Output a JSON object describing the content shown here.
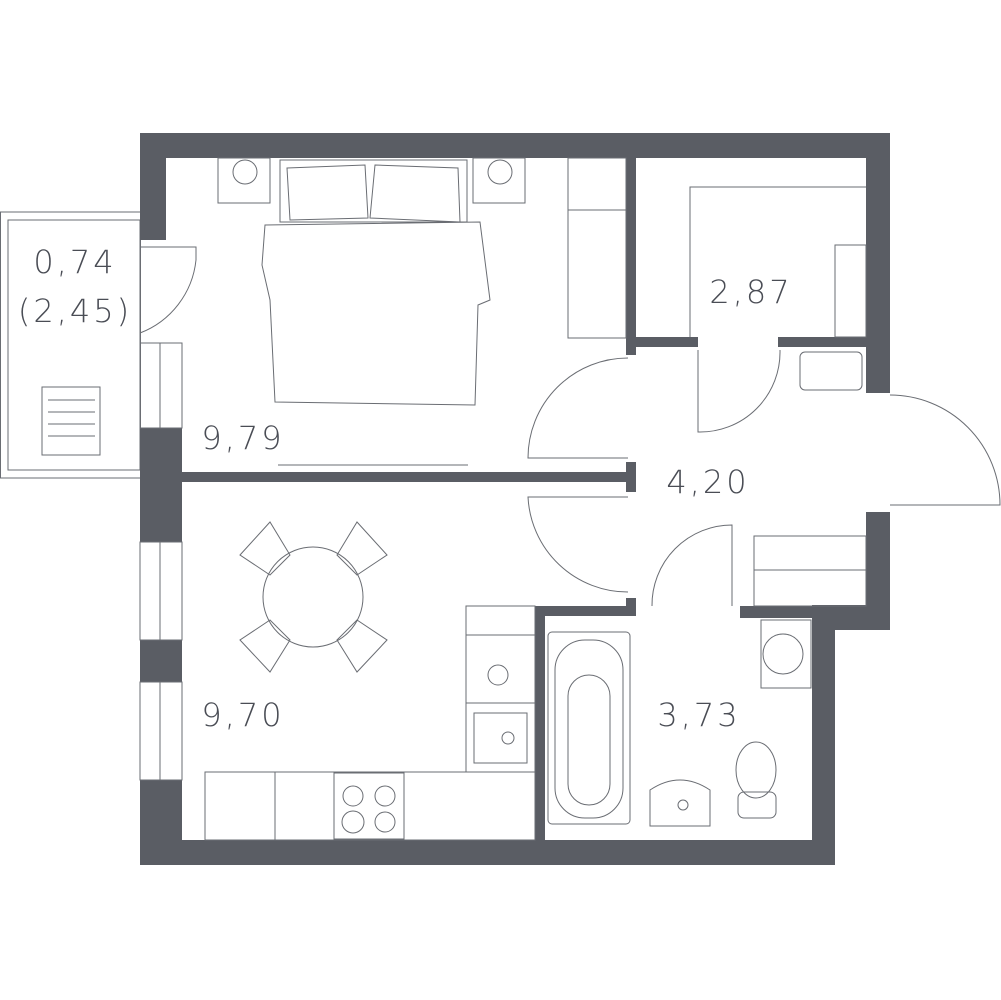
{
  "plan": {
    "colors": {
      "wall": "#5a5d64",
      "text": "#4a4d55",
      "line": "#6a6d73"
    },
    "rooms": [
      {
        "id": "balcony",
        "area": "0,74",
        "area_extra": "(2,45)"
      },
      {
        "id": "bedroom",
        "area": "9,79"
      },
      {
        "id": "wardrobe",
        "area": "2,87"
      },
      {
        "id": "hallway",
        "area": "4,20"
      },
      {
        "id": "kitchen",
        "area": "9,70"
      },
      {
        "id": "bathroom",
        "area": "3,73"
      }
    ]
  }
}
